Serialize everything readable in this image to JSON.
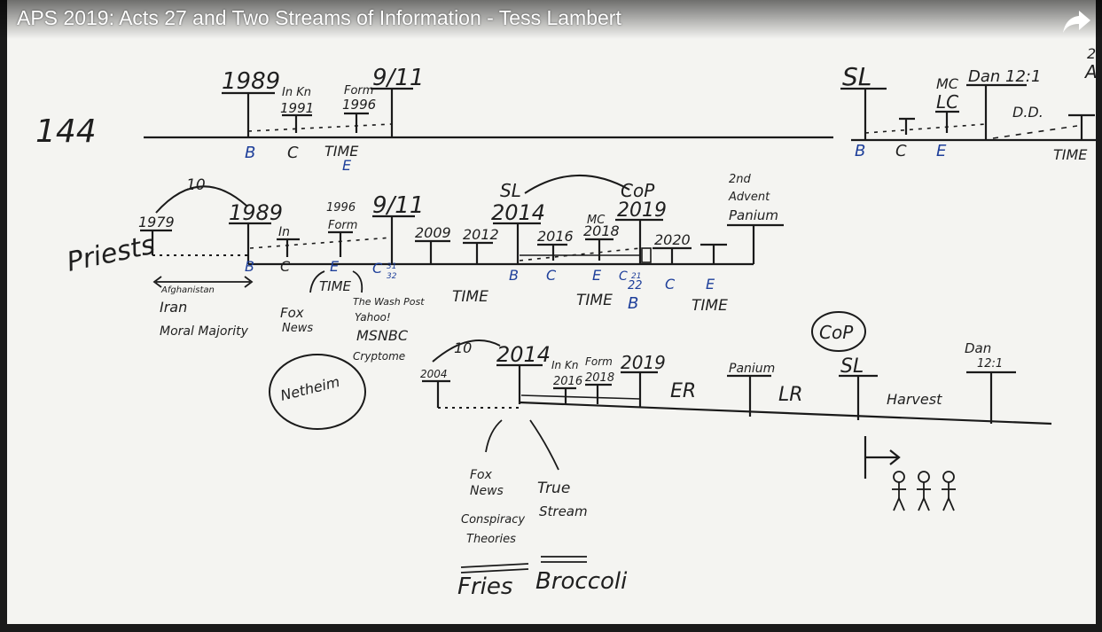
{
  "player": {
    "title": "APS 2019: Acts 27 and Two Streams of Information - Tess Lambert",
    "share_icon": "share-arrow-icon"
  },
  "whiteboard": {
    "top_timeline": {
      "margin_note": "144",
      "labels": [
        "1989",
        "In Kn",
        "1991",
        "Form",
        "1996",
        "9/11",
        "B",
        "C",
        "TIME",
        "E"
      ],
      "right_labels": [
        "SL",
        "MC",
        "LC",
        "Dan 12:1",
        "D.D.",
        "B",
        "C",
        "E",
        "TIME",
        "2",
        "A"
      ]
    },
    "priests_timeline": {
      "side_label": "Priests",
      "labels": [
        "1979",
        "10",
        "1989",
        "In",
        "1996",
        "Form",
        "9/11",
        "2009",
        "2012",
        "SL",
        "CoP",
        "2014",
        "MC",
        "2016",
        "2018",
        "2019",
        "2020",
        "2nd",
        "Advent",
        "Panium",
        "B",
        "C",
        "E",
        "TIME",
        "C",
        "31",
        "32",
        "B",
        "C",
        "E",
        "C",
        "21",
        "22",
        "B",
        "C",
        "E",
        "TIME",
        "TIME",
        "TIME"
      ],
      "under_labels": [
        "Afghanistan",
        "Iran",
        "Moral Majority",
        "Fox",
        "News",
        "The Wash Post",
        "Yahoo!",
        "MSNBC",
        "Cryptome"
      ]
    },
    "bottom_timeline": {
      "circle_label": "Netheim",
      "cop_label": "CoP",
      "labels": [
        "10",
        "2004",
        "2014",
        "In Kn",
        "2016",
        "Form",
        "2018",
        "2019",
        "ER",
        "Panium",
        "LR",
        "SL",
        "Harvest",
        "Dan",
        "12:1"
      ],
      "streams": [
        "Fox",
        "News",
        "Conspiracy",
        "Theories",
        "True",
        "Stream"
      ],
      "contrast": [
        "Fries",
        "Broccoli"
      ]
    }
  }
}
